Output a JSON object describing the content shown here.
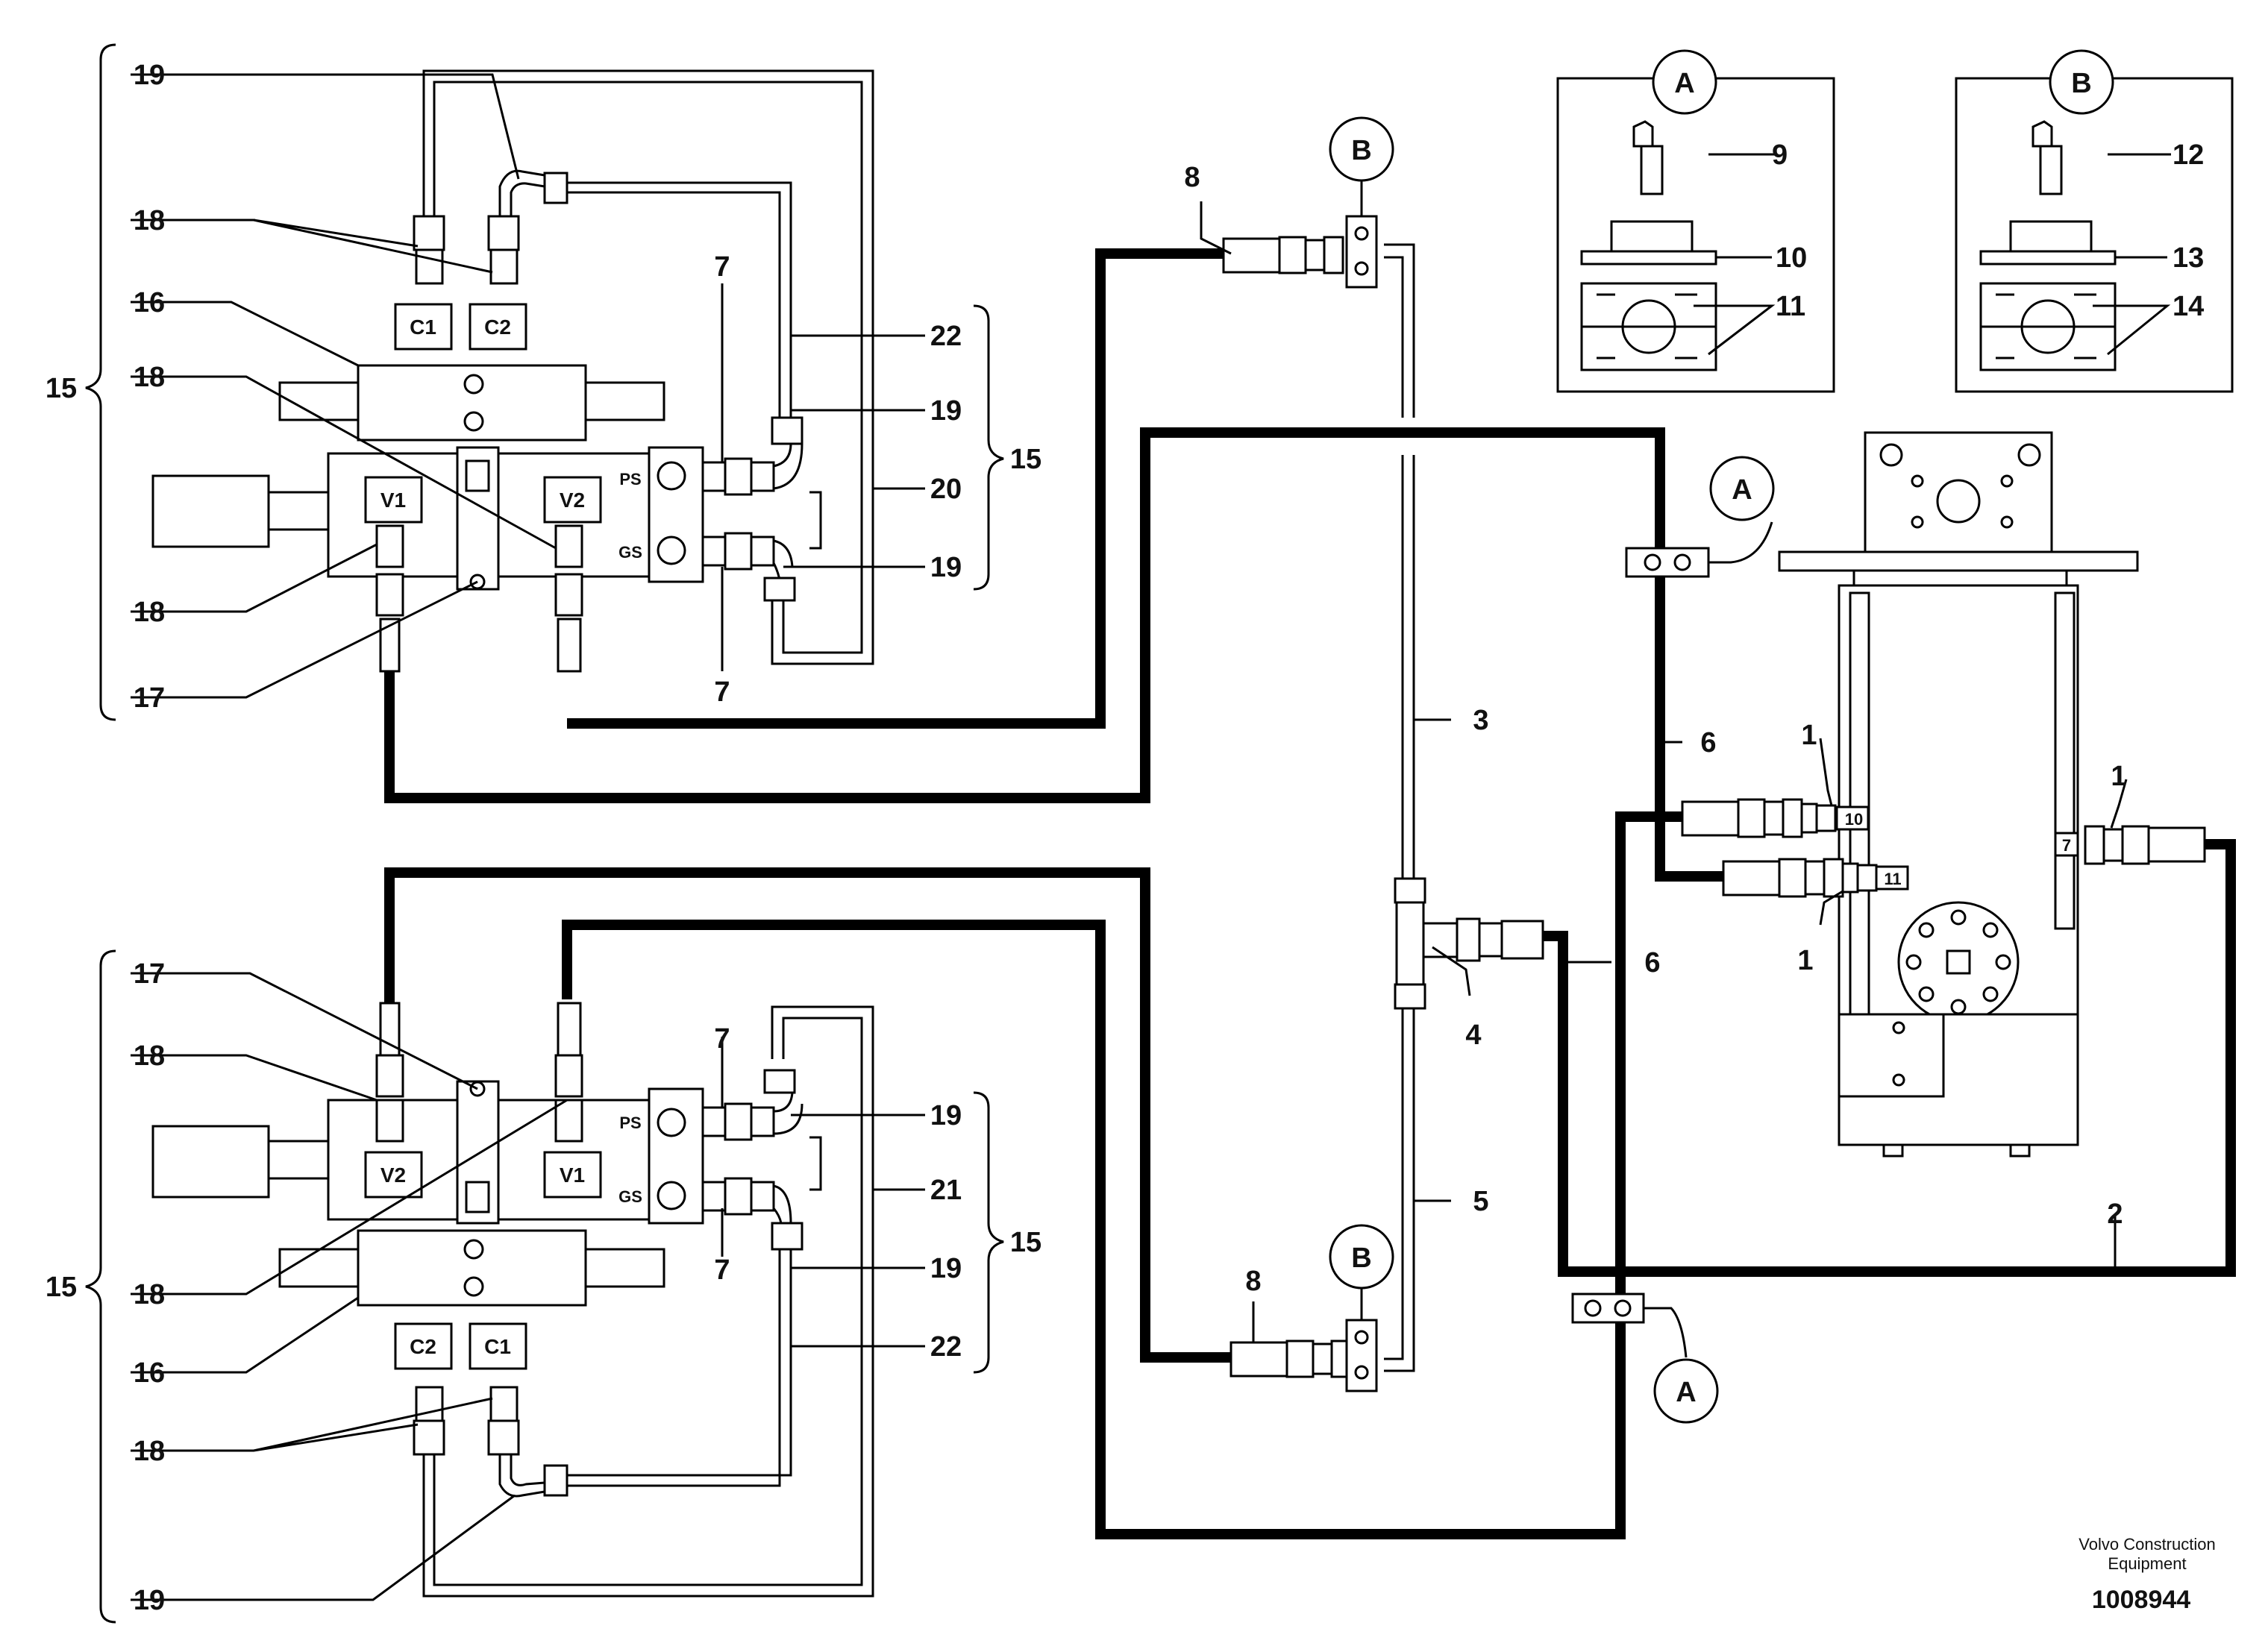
{
  "diagram": {
    "callouts": {
      "n1": "1",
      "n2": "2",
      "n3": "3",
      "n4": "4",
      "n5": "5",
      "n6": "6",
      "n7": "7",
      "n8": "8",
      "n9": "9",
      "n10": "10",
      "n11": "11",
      "n12": "12",
      "n13": "13",
      "n14": "14",
      "n15": "15",
      "n16": "16",
      "n17": "17",
      "n18": "18",
      "n19": "19",
      "n20": "20",
      "n21": "21",
      "n22": "22"
    },
    "circle_labels": {
      "a": "A",
      "b": "B"
    },
    "valve_labels": {
      "c1": "C1",
      "c2": "C2",
      "v1": "V1",
      "v2": "V2"
    },
    "port_labels": {
      "ps": "PS",
      "gs": "GS",
      "p7": "7",
      "p10": "10",
      "p11": "11"
    },
    "footer": {
      "company_line1": "Volvo Construction",
      "company_line2": "Equipment",
      "drawing_number": "1008944"
    }
  }
}
